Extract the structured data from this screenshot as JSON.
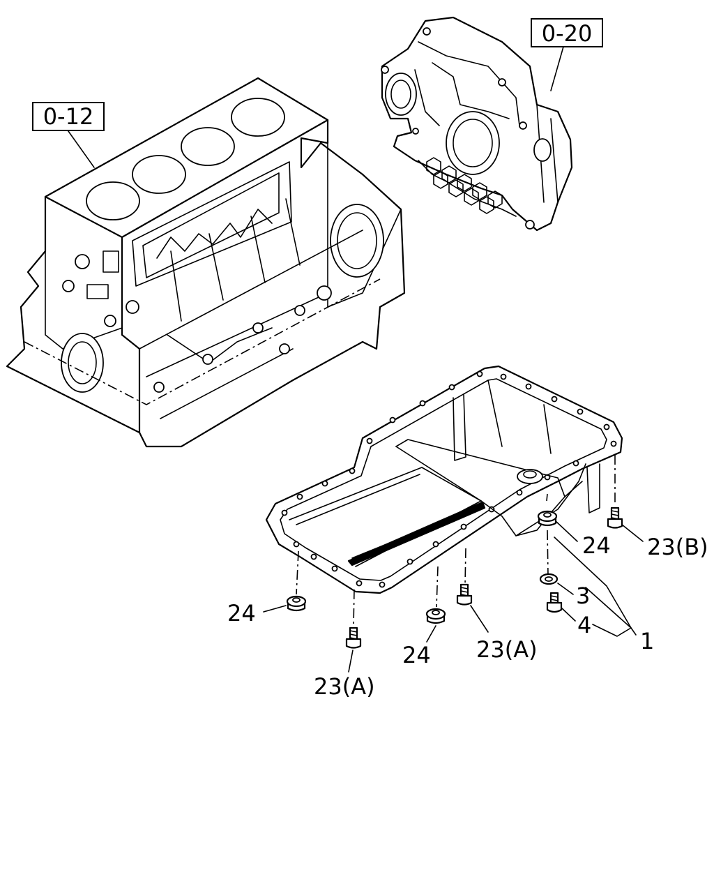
{
  "ref_labels": {
    "block": "0-12",
    "housing": "0-20"
  },
  "callouts": {
    "p1": "1",
    "p3": "3",
    "p4": "4",
    "p23a_left": "23(A)",
    "p23a_mid": "23(A)",
    "p23b": "23(B)",
    "p24_left": "24",
    "p24_mid": "24",
    "p24_right": "24"
  }
}
